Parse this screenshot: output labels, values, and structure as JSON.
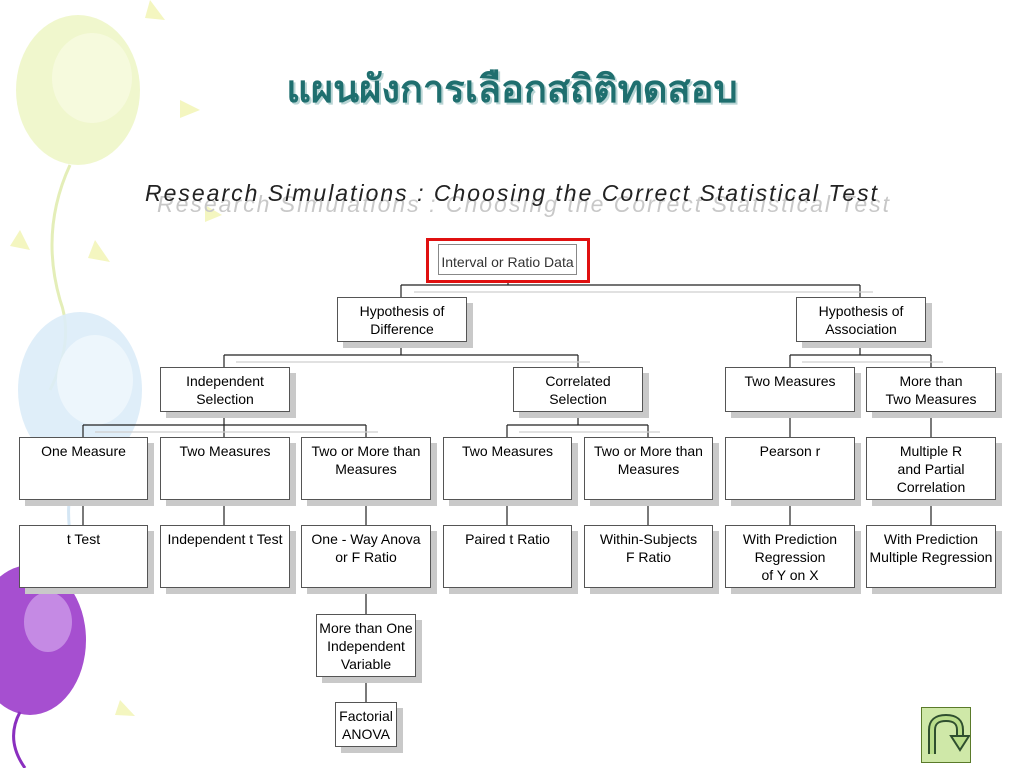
{
  "title": "แผนผังการเลือกสถิติทดสอบ",
  "subtitle": "Research Simulations : Choosing the Correct Statistical Test",
  "colors": {
    "title": "#1f6f6f",
    "highlight": "#e01010",
    "nav_button": "#cfe8a8"
  },
  "nodes": {
    "root": "Interval or Ratio Data",
    "difference": "Hypothesis of\nDifference",
    "association": "Hypothesis of\nAssociation",
    "independent": "Independent\nSelection",
    "correlated": "Correlated\nSelection",
    "assoc_two": "Two Measures",
    "assoc_more": "More than\nTwo Measures",
    "ind_one": "One Measure",
    "ind_two": "Two Measures",
    "ind_more": "Two or More than\nMeasures",
    "cor_two": "Two Measures",
    "cor_more": "Two or More than\nMeasures",
    "pearson": "Pearson r",
    "multiple_r": "Multiple R\nand Partial\nCorrelation",
    "t_test": "t Test",
    "ind_t": "Independent t Test",
    "anova": "One - Way Anova\nor F Ratio",
    "paired": "Paired t Ratio",
    "within": "Within-Subjects\nF Ratio",
    "regression": "With Prediction\nRegression\nof Y on X",
    "multiple_regression": "With Prediction\nMultiple Regression",
    "more_iv": "More than One\nIndependent\nVariable",
    "factorial": "Factorial\nANOVA"
  },
  "icons": {
    "home_button": "u-turn-arrow-icon"
  }
}
